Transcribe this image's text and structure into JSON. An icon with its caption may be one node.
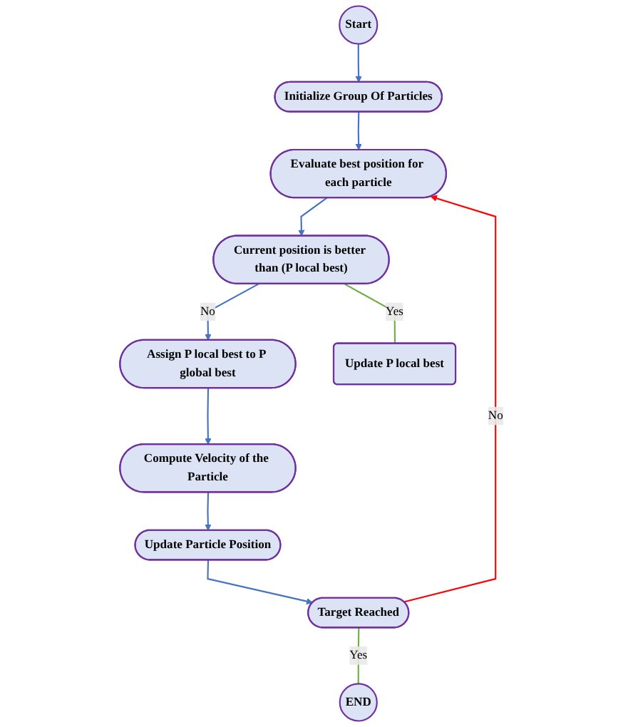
{
  "diagram": {
    "nodes": [
      {
        "text": [
          "Start"
        ]
      },
      {
        "text": [
          "Initialize Group Of Particles"
        ]
      },
      {
        "text": [
          "Evaluate best position for each particle"
        ]
      },
      {
        "text": [
          "Current position is better than (P local best)"
        ]
      },
      {
        "text": [
          "Assign P local best to P global best"
        ]
      },
      {
        "text": [
          "Compute Velocity of the Particle"
        ]
      },
      {
        "text": [
          "Update Particle Position"
        ]
      },
      {
        "text": [
          "Target Reached"
        ]
      },
      {
        "text": [
          "Update P local best"
        ]
      },
      {
        "text": [
          "END"
        ]
      }
    ],
    "edges": [
      {
        "from": 0,
        "to": 1,
        "arrow": "to"
      },
      {
        "from": 1,
        "to": 2,
        "arrow": "to"
      },
      {
        "from": 2,
        "to": 3,
        "arrow": "to"
      },
      {
        "from": 3,
        "to": 4,
        "arrow": "to",
        "label": "No"
      },
      {
        "from": 4,
        "to": 5,
        "arrow": "to"
      },
      {
        "from": 5,
        "to": 6,
        "arrow": "to"
      },
      {
        "from": 6,
        "to": 7,
        "arrow": "to"
      },
      {
        "from": 7,
        "to": 2,
        "arrow": "to",
        "label": "No",
        "color": "#ff0000"
      },
      {
        "from": 3,
        "to": 8,
        "arrow": "none",
        "label": "Yes",
        "color": "#70ad47"
      },
      {
        "from": 7,
        "to": 9,
        "arrow": "none",
        "label": "Yes",
        "color": "#70ad47"
      }
    ]
  }
}
